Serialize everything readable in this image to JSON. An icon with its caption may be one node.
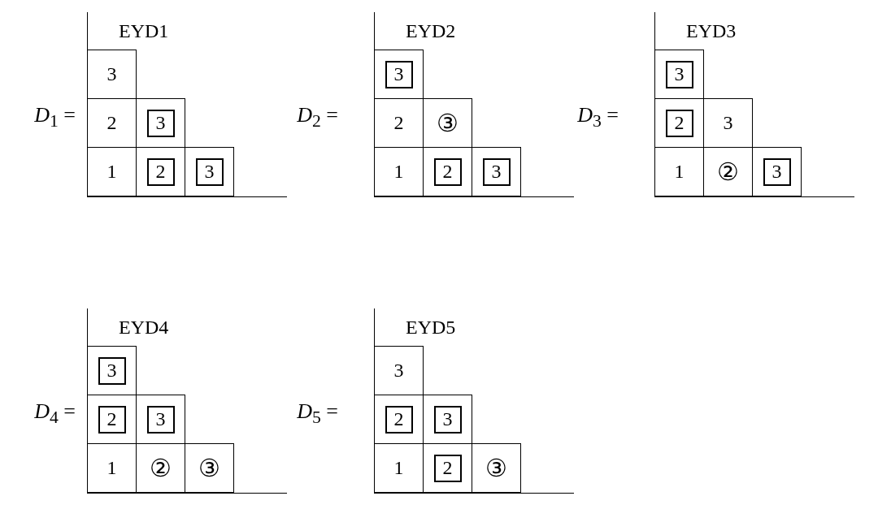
{
  "diagram": {
    "nodes": [
      {
        "text": [
          "EYD1"
        ],
        "beside": [
          "*D*$_{1}$ ="
        ]
      },
      {
        "text": [
          "3"
        ],
        "in": 0
      },
      {
        "text": [
          "2"
        ],
        "in": 0
      },
      {
        "text": [],
        "shape": "box",
        "in": 0
      },
      {
        "text": [
          "3"
        ],
        "in": 3
      },
      {
        "text": [
          "1"
        ],
        "in": 0
      },
      {
        "text": [],
        "shape": "box",
        "in": 0
      },
      {
        "text": [
          "2"
        ],
        "in": 6
      },
      {
        "text": [],
        "shape": "box",
        "in": 0
      },
      {
        "text": [
          "3"
        ],
        "in": 8
      },
      {
        "text": [
          "EYD2"
        ],
        "beside": [
          "*D*$_{2}$ ="
        ]
      },
      {
        "text": [],
        "shape": "box",
        "in": 10
      },
      {
        "text": [
          "3"
        ],
        "in": 11
      },
      {
        "text": [
          "2"
        ],
        "in": 10
      },
      {
        "text": [
          "③"
        ],
        "in": 10
      },
      {
        "text": [
          "1"
        ],
        "in": 10
      },
      {
        "text": [],
        "shape": "box",
        "in": 10
      },
      {
        "text": [
          "2"
        ],
        "in": 16
      },
      {
        "text": [],
        "shape": "box",
        "in": 10
      },
      {
        "text": [
          "3"
        ],
        "in": 18
      },
      {
        "text": [
          "EYD3"
        ],
        "beside": [
          "*D*$_{3}$ ="
        ]
      },
      {
        "text": [],
        "shape": "box",
        "in": 20
      },
      {
        "text": [
          "3"
        ],
        "in": 21
      },
      {
        "text": [],
        "shape": "box",
        "in": 20
      },
      {
        "text": [
          "2"
        ],
        "in": 23
      },
      {
        "text": [
          "3"
        ],
        "in": 20
      },
      {
        "text": [
          "1"
        ],
        "in": 20
      },
      {
        "text": [
          "②"
        ],
        "in": 20
      },
      {
        "text": [],
        "shape": "box",
        "in": 20
      },
      {
        "text": [
          "3"
        ],
        "in": 28
      },
      {
        "text": [
          "EYD4"
        ],
        "beside": [
          "*D*$_{4}$ ="
        ]
      },
      {
        "text": [],
        "shape": "box",
        "in": 30
      },
      {
        "text": [
          "3"
        ],
        "in": 31
      },
      {
        "text": [],
        "shape": "box",
        "in": 30
      },
      {
        "text": [
          "2"
        ],
        "in": 33
      },
      {
        "text": [],
        "shape": "box",
        "in": 30
      },
      {
        "text": [
          "3"
        ],
        "in": 35
      },
      {
        "text": [
          "1"
        ],
        "in": 30
      },
      {
        "text": [
          "②"
        ],
        "in": 30
      },
      {
        "text": [
          "③"
        ],
        "in": 30
      },
      {
        "text": [
          "EYD5"
        ],
        "beside": [
          "*D*$_{5}$ ="
        ]
      },
      {
        "text": [
          "3"
        ],
        "in": 40
      },
      {
        "text": [],
        "shape": "box",
        "in": 40
      },
      {
        "text": [
          "2"
        ],
        "in": 42
      },
      {
        "text": [],
        "shape": "box",
        "in": 40
      },
      {
        "text": [
          "3"
        ],
        "in": 44
      },
      {
        "text": [
          "1"
        ],
        "in": 40
      },
      {
        "text": [],
        "shape": "box",
        "in": 40
      },
      {
        "text": [
          "2"
        ],
        "in": 47
      },
      {
        "text": [
          "③"
        ],
        "in": 40
      }
    ],
    "edges": []
  }
}
